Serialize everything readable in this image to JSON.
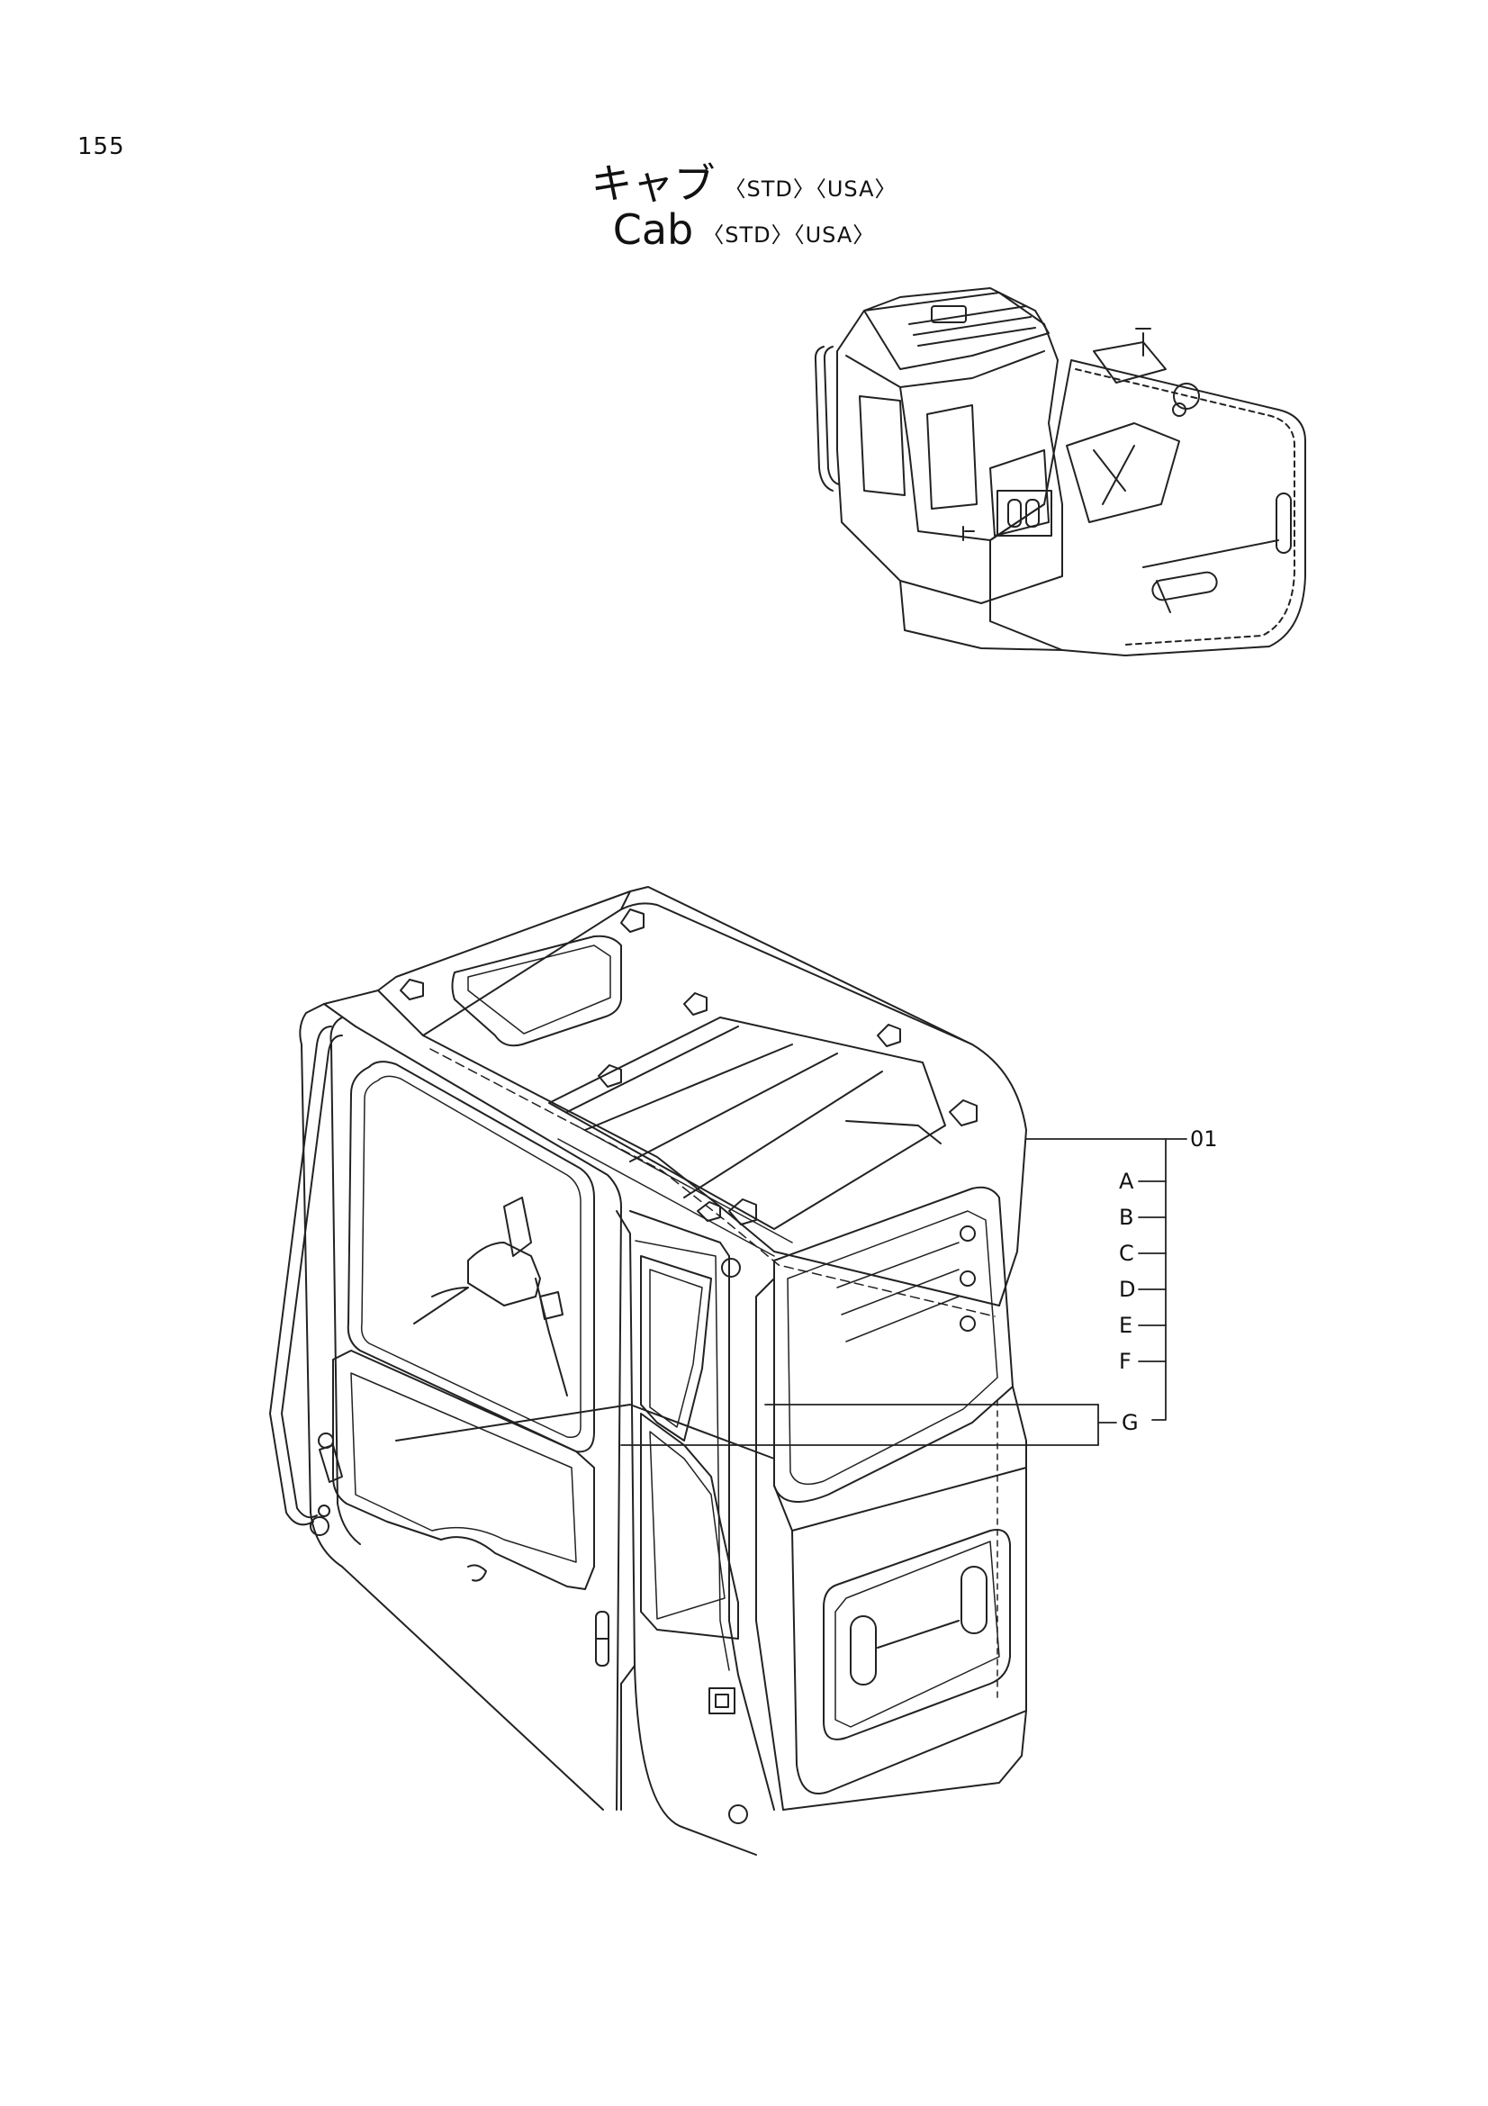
{
  "page": {
    "number": "155"
  },
  "title": {
    "jp": "キャブ",
    "jp_tags": "〈STD〉〈USA〉",
    "en": "Cab",
    "en_tags": "〈STD〉〈USA〉"
  },
  "callouts": {
    "main": "01",
    "items": [
      "A",
      "B",
      "C",
      "D",
      "E",
      "F",
      "G"
    ]
  }
}
